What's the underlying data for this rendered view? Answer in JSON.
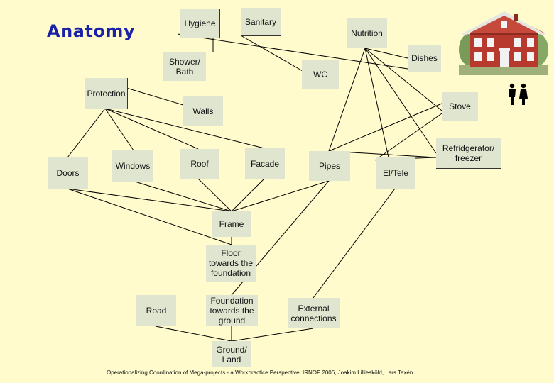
{
  "title": "Anatomy",
  "footer": "Operationalizing Coordination of Mega-projects - a Workpractice Perspective, IRNOP 2006, Joakim Lilliesköld, Lars Taxén",
  "icons": {
    "house": "house-illustration",
    "people": "people-icon"
  },
  "nodes": {
    "hygiene": "Hygiene",
    "sanitary": "Sanitary",
    "nutrition": "Nutrition",
    "shower": "Shower/\nBath",
    "wc": "WC",
    "dishes": "Dishes",
    "protection": "Protection",
    "walls": "Walls",
    "stove": "Stove",
    "refrigerator": "Refridgerator/\nfreezer",
    "doors": "Doors",
    "windows": "Windows",
    "roof": "Roof",
    "facade": "Facade",
    "pipes": "Pipes",
    "eltele": "El/Tele",
    "frame": "Frame",
    "floor": "Floor\ntowards the\nfoundation",
    "road": "Road",
    "foundation": "Foundation\ntowards the\nground",
    "external": "External\nconnections",
    "ground": "Ground/\nLand"
  },
  "colors": {
    "background": "#fffbcc",
    "node": "#dfe5cf",
    "title": "#1b22a8",
    "line": "#000000"
  }
}
